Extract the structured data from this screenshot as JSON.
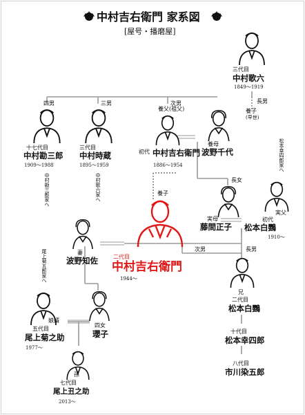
{
  "header": {
    "title": "中村吉右衛門 家系図",
    "subtitle": "[屋号・播磨屋]"
  },
  "colors": {
    "accent": "#e11818",
    "line": "#999999",
    "ink": "#111111"
  },
  "people": {
    "utaroku": {
      "gen": "三代目",
      "name": "中村歌六",
      "years": "1849～1919"
    },
    "kanzaburo": {
      "gen": "十七代目",
      "name": "中村勘三郎",
      "years": "1909～1988",
      "note": "中村勘三郎家へ"
    },
    "tokizo": {
      "gen": "三代目",
      "name": "中村時蔵",
      "years": "1895～1959",
      "note": "中村歌六家へ"
    },
    "kichiemon1": {
      "role": "養父(祖父)",
      "gen": "初代",
      "name": "中村吉右衛門",
      "years": "1886～1954"
    },
    "chiyo": {
      "role": "養母",
      "name": "波野千代"
    },
    "masako": {
      "role": "実母",
      "name": "藤間正子"
    },
    "hakuo1": {
      "role": "実父",
      "gen": "初代",
      "name": "松本白鸚",
      "years": "1910～",
      "note": "松本幸四郎家へ"
    },
    "tomosa": {
      "role": "妻",
      "name": "波野知佐"
    },
    "kichiemon2": {
      "gen": "二代目",
      "name": "中村吉右衛門",
      "years": "1944～"
    },
    "kikunosuke": {
      "role": "娘婿",
      "gen": "五代目",
      "name": "尾上菊之助",
      "years": "1977～",
      "note": "尾上菊五郎家へ"
    },
    "tamako": {
      "role": "四女",
      "name": "瓔子"
    },
    "ushinosuke": {
      "role": "孫",
      "gen": "七代目",
      "name": "尾上丑之助",
      "years": "2013～"
    },
    "hakuo2": {
      "role": "兄",
      "gen": "二代目",
      "name": "松本白鸚"
    },
    "koshiro": {
      "gen": "十代目",
      "name": "松本幸四郎"
    },
    "somegoro": {
      "gen": "八代目",
      "name": "市川染五郎"
    }
  },
  "relations": {
    "son4": "四男",
    "son3": "三男",
    "son2": "次男",
    "son1": "長男",
    "adopted_early": "養子",
    "early_death": "(早世)",
    "adopted": "養子",
    "daughter1": "長女",
    "son2b": "次男",
    "son1b": "長男"
  }
}
